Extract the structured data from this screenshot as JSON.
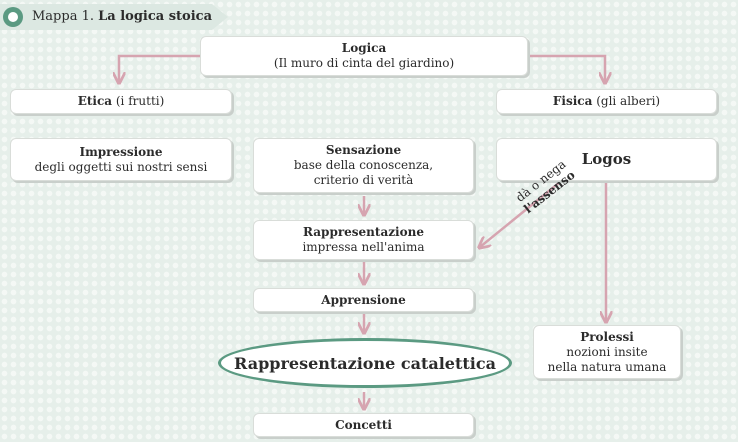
{
  "header": {
    "prefix": "Mappa 1.",
    "title": "La logica stoica"
  },
  "nodes": {
    "logica": {
      "title": "Logica",
      "detail": "(Il muro di cinta del giardino)"
    },
    "etica": {
      "title": "Etica",
      "detail": "(i frutti)"
    },
    "fisica": {
      "title": "Fisica",
      "detail": "(gli alberi)"
    },
    "impressione": {
      "title": "Impressione",
      "detail": "degli oggetti sui nostri sensi"
    },
    "sensazione": {
      "title": "Sensazione",
      "line1": "base della conoscenza,",
      "line2": "criterio di verità"
    },
    "logos": {
      "title": "Logos"
    },
    "rappresentazione": {
      "title": "Rappresentazione",
      "detail": "impressa nell'anima"
    },
    "apprensione": {
      "title": "Apprensione"
    },
    "catalettica": {
      "title": "Rappresentazione catalettica"
    },
    "prolessi": {
      "title": "Prolessi",
      "line1": "nozioni insite",
      "line2": "nella natura umana"
    },
    "concetti": {
      "title": "Concetti"
    }
  },
  "edge_label": {
    "prefix": "dà o nega",
    "emphasis": "l'assenso"
  },
  "colors": {
    "arrow": "#d6a4b0",
    "accent": "#5b9a82",
    "background": "#e6efea"
  }
}
